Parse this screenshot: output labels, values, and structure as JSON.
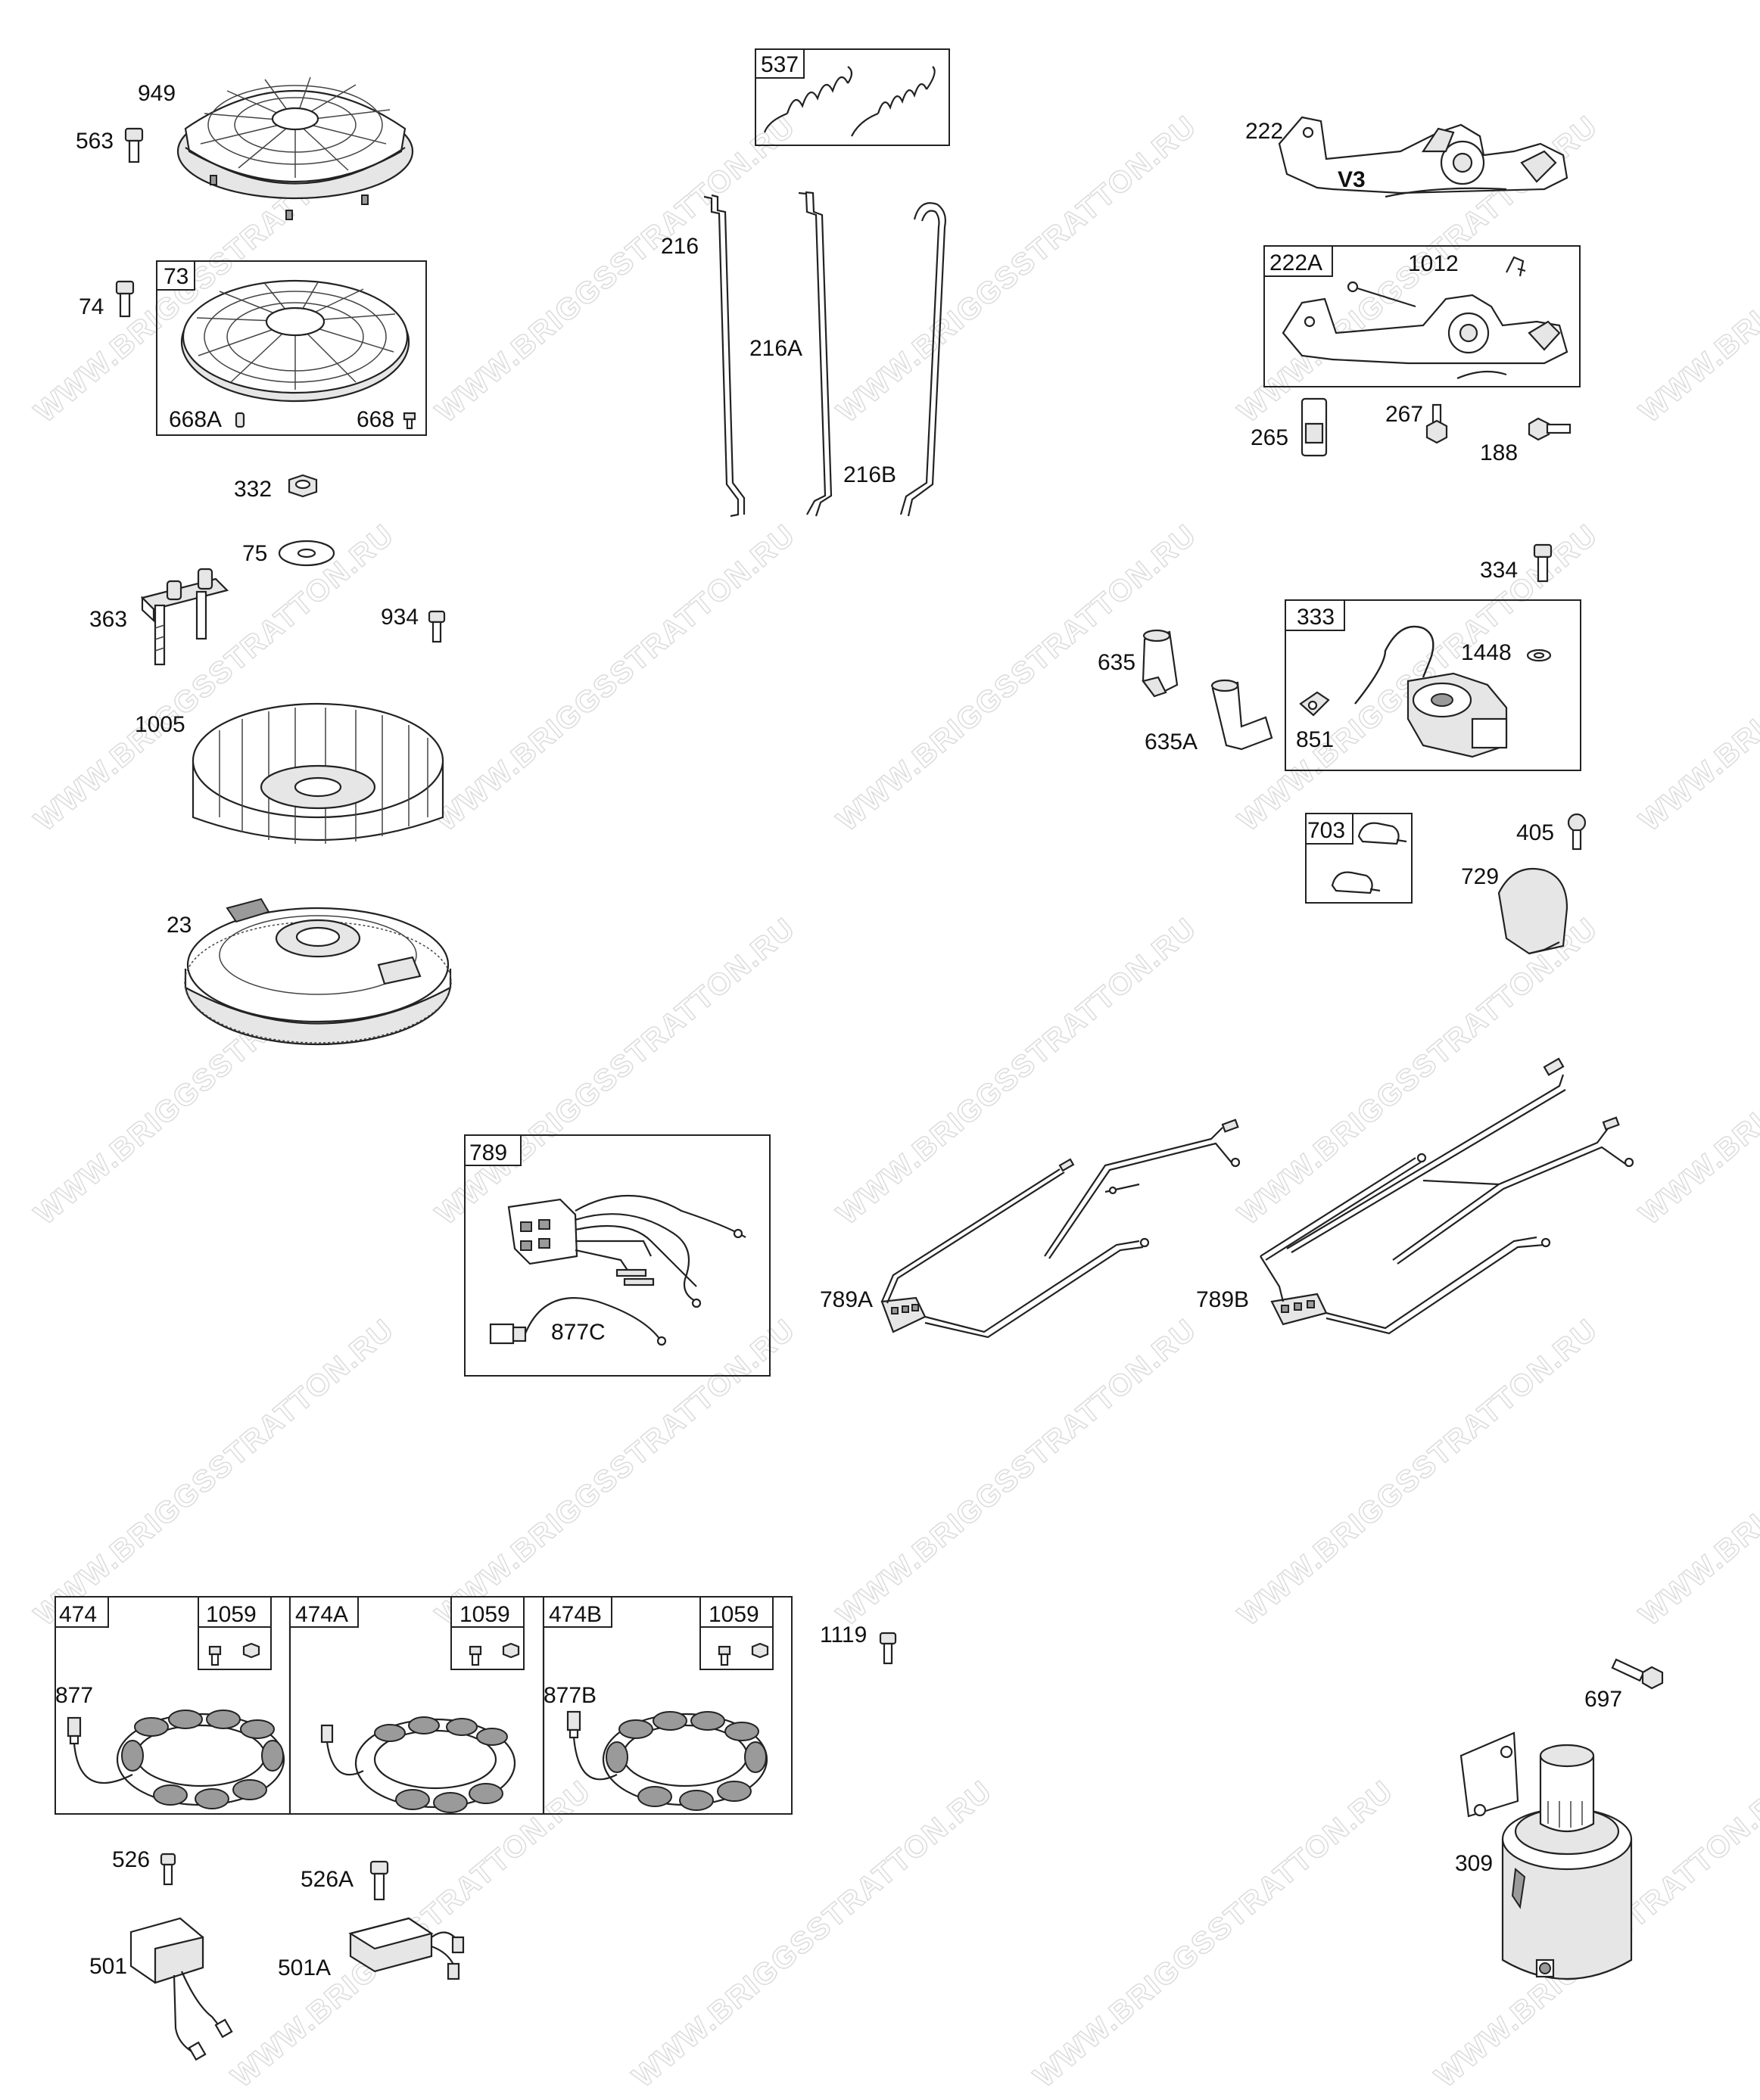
{
  "watermark": "WWW.BRIGGSSTRATTON.RU",
  "labels": {
    "p949": "949",
    "p563": "563",
    "p74": "74",
    "p73": "73",
    "p668A": "668A",
    "p668": "668",
    "p332": "332",
    "p75": "75",
    "p363": "363",
    "p934": "934",
    "p1005": "1005",
    "p23": "23",
    "p537": "537",
    "p216": "216",
    "p216A": "216A",
    "p216B": "216B",
    "p222": "222",
    "v3": "V3",
    "p222A": "222A",
    "p1012": "1012",
    "p265": "265",
    "p267": "267",
    "p188": "188",
    "p334": "334",
    "p333": "333",
    "p1448": "1448",
    "p635": "635",
    "p635A": "635A",
    "p851": "851",
    "p703": "703",
    "p405": "405",
    "p729": "729",
    "p789": "789",
    "p877C": "877C",
    "p789A": "789A",
    "p789B": "789B",
    "p474": "474",
    "p1059a": "1059",
    "p474A": "474A",
    "p1059b": "1059",
    "p474B": "474B",
    "p1059c": "1059",
    "p877": "877",
    "p877B": "877B",
    "p1119": "1119",
    "p697": "697",
    "p309": "309",
    "p526": "526",
    "p526A": "526A",
    "p501": "501",
    "p501A": "501A"
  }
}
